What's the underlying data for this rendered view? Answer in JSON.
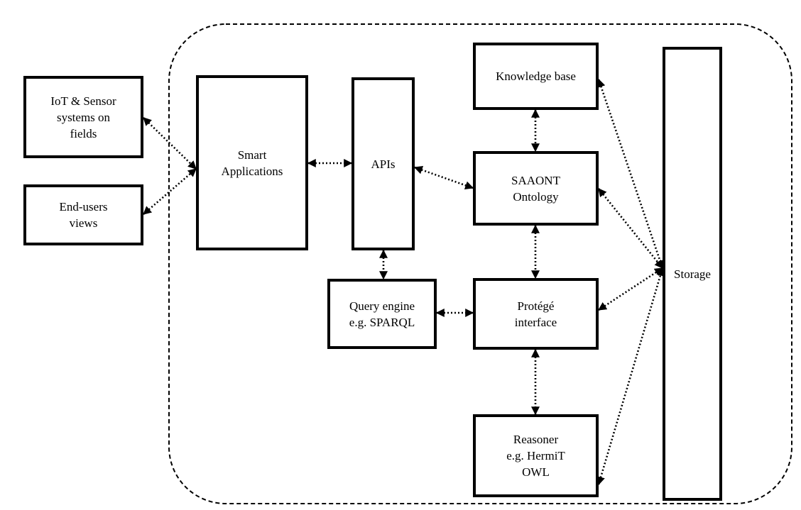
{
  "diagram": {
    "nodes": {
      "iot": "IoT & Sensor\nsystems on\nfields",
      "endusers": "End-users\nviews",
      "smart": "Smart\nApplications",
      "apis": "APIs",
      "kb": "Knowledge base",
      "saaont": "SAAONT\nOntology",
      "query": "Query engine\ne.g. SPARQL",
      "protege": "Protégé\ninterface",
      "reasoner": "Reasoner\ne.g. HermiT\nOWL",
      "storage": "Storage"
    },
    "edges": [
      {
        "from": "iot",
        "to": "smart",
        "style": "dotted",
        "direction": "both"
      },
      {
        "from": "endusers",
        "to": "smart",
        "style": "dotted",
        "direction": "both"
      },
      {
        "from": "smart",
        "to": "apis",
        "style": "dotted",
        "direction": "both"
      },
      {
        "from": "apis",
        "to": "saaont",
        "style": "dotted",
        "direction": "both"
      },
      {
        "from": "apis",
        "to": "query",
        "style": "dotted",
        "direction": "both"
      },
      {
        "from": "kb",
        "to": "saaont",
        "style": "dotted",
        "direction": "both"
      },
      {
        "from": "saaont",
        "to": "protege",
        "style": "dotted",
        "direction": "both"
      },
      {
        "from": "query",
        "to": "protege",
        "style": "dotted",
        "direction": "both"
      },
      {
        "from": "protege",
        "to": "reasoner",
        "style": "dotted",
        "direction": "both"
      },
      {
        "from": "kb",
        "to": "storage",
        "style": "dotted",
        "direction": "both"
      },
      {
        "from": "saaont",
        "to": "storage",
        "style": "dotted",
        "direction": "both"
      },
      {
        "from": "protege",
        "to": "storage",
        "style": "dotted",
        "direction": "both"
      },
      {
        "from": "reasoner",
        "to": "storage",
        "style": "dotted",
        "direction": "both"
      }
    ]
  }
}
